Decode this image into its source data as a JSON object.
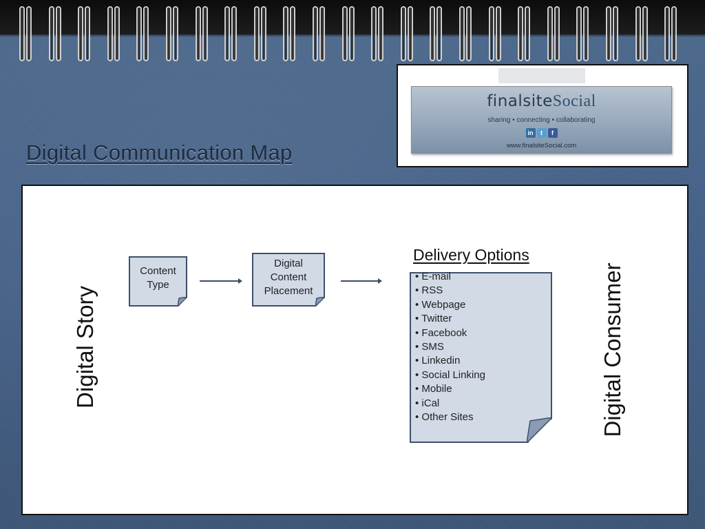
{
  "slide": {
    "title": "Digital Communication Map"
  },
  "logo": {
    "brand_part1": "finalsite",
    "brand_part2": "Social",
    "tagline": "sharing • connecting • collaborating",
    "icons": [
      "linkedin-icon",
      "twitter-icon",
      "facebook-icon"
    ],
    "icon_glyphs": [
      "in",
      "t",
      "f"
    ],
    "url": "www.finalsiteSocial.com"
  },
  "map": {
    "left_label": "Digital Story",
    "right_label": "Digital Consumer",
    "nodes": [
      {
        "lines": [
          "Content",
          "Type"
        ]
      },
      {
        "lines": [
          "Digital",
          "Content",
          "Placement"
        ]
      }
    ],
    "delivery": {
      "title": "Delivery Options",
      "items": [
        "• E-mail",
        "• RSS",
        "• Webpage",
        "• Twitter",
        "• Facebook",
        "• SMS",
        "• Linkedin",
        "• Social Linking",
        "• Mobile",
        "• iCal",
        "• Other Sites"
      ]
    }
  },
  "colors": {
    "notebook_background": "#45618a",
    "note_fill": "#d2dae6",
    "note_border": "#3d4f6b",
    "binding": "#111111"
  }
}
